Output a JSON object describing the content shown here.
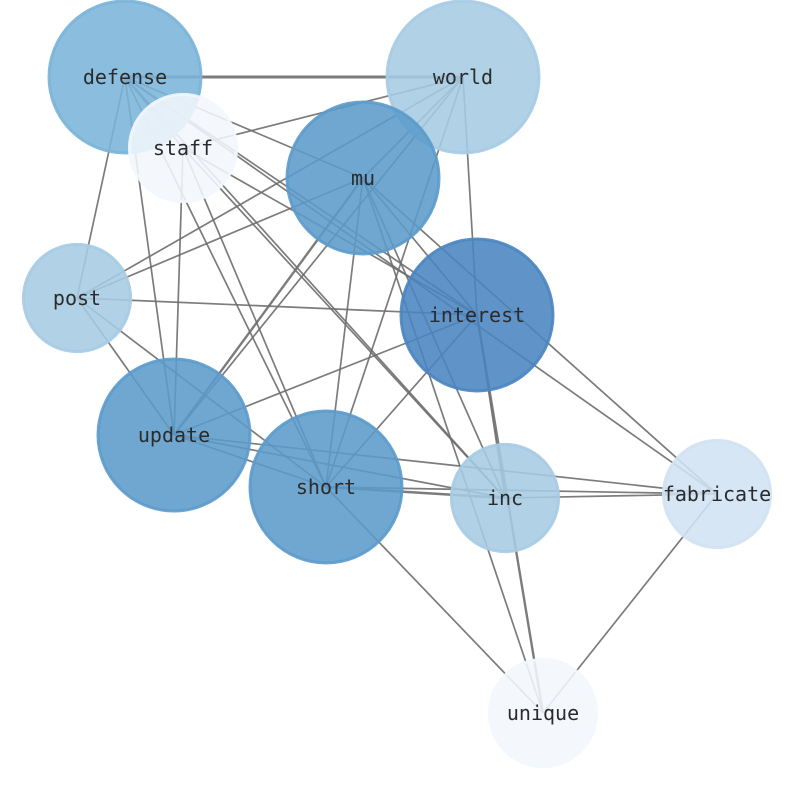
{
  "nodes": [
    {
      "id": "defense",
      "label": "defense",
      "size": 0.78,
      "fill": "#7ab4d9"
    },
    {
      "id": "world",
      "label": "world",
      "size": 0.78,
      "fill": "#a6cbe3"
    },
    {
      "id": "staff",
      "label": "staff",
      "size": 0.55,
      "fill": "#f2f7fd"
    },
    {
      "id": "mu",
      "label": "mu",
      "size": 0.78,
      "fill": "#5b9bcb"
    },
    {
      "id": "post",
      "label": "post",
      "size": 0.55,
      "fill": "#a6cbe3"
    },
    {
      "id": "interest",
      "label": "interest",
      "size": 0.78,
      "fill": "#4a85c0"
    },
    {
      "id": "update",
      "label": "update",
      "size": 0.78,
      "fill": "#5b9bcb"
    },
    {
      "id": "short",
      "label": "short",
      "size": 0.78,
      "fill": "#5b9bcb"
    },
    {
      "id": "inc",
      "label": "inc",
      "size": 0.55,
      "fill": "#a6cbe3"
    },
    {
      "id": "fabricate",
      "label": "fabricate",
      "size": 0.55,
      "fill": "#d0e2f2"
    },
    {
      "id": "unique",
      "label": "unique",
      "size": 0.55,
      "fill": "#f2f7fd"
    }
  ],
  "edges": [
    {
      "source": "defense",
      "target": "world",
      "weight": 3
    },
    {
      "source": "defense",
      "target": "staff",
      "weight": 1
    },
    {
      "source": "defense",
      "target": "mu",
      "weight": 1
    },
    {
      "source": "defense",
      "target": "post",
      "weight": 1
    },
    {
      "source": "defense",
      "target": "interest",
      "weight": 1
    },
    {
      "source": "defense",
      "target": "update",
      "weight": 1
    },
    {
      "source": "defense",
      "target": "short",
      "weight": 1
    },
    {
      "source": "defense",
      "target": "inc",
      "weight": 1
    },
    {
      "source": "defense",
      "target": "fabricate",
      "weight": 1
    },
    {
      "source": "world",
      "target": "staff",
      "weight": 1
    },
    {
      "source": "world",
      "target": "mu",
      "weight": 1
    },
    {
      "source": "world",
      "target": "post",
      "weight": 1
    },
    {
      "source": "world",
      "target": "interest",
      "weight": 1
    },
    {
      "source": "world",
      "target": "update",
      "weight": 1
    },
    {
      "source": "world",
      "target": "short",
      "weight": 1
    },
    {
      "source": "staff",
      "target": "interest",
      "weight": 1
    },
    {
      "source": "staff",
      "target": "update",
      "weight": 1
    },
    {
      "source": "staff",
      "target": "short",
      "weight": 1
    },
    {
      "source": "staff",
      "target": "inc",
      "weight": 1
    },
    {
      "source": "mu",
      "target": "post",
      "weight": 1
    },
    {
      "source": "mu",
      "target": "update",
      "weight": 2
    },
    {
      "source": "mu",
      "target": "short",
      "weight": 1
    },
    {
      "source": "mu",
      "target": "inc",
      "weight": 1
    },
    {
      "source": "mu",
      "target": "fabricate",
      "weight": 1
    },
    {
      "source": "mu",
      "target": "unique",
      "weight": 1
    },
    {
      "source": "mu",
      "target": "interest",
      "weight": 1
    },
    {
      "source": "post",
      "target": "interest",
      "weight": 1
    },
    {
      "source": "post",
      "target": "update",
      "weight": 1
    },
    {
      "source": "post",
      "target": "short",
      "weight": 1
    },
    {
      "source": "interest",
      "target": "update",
      "weight": 1
    },
    {
      "source": "interest",
      "target": "short",
      "weight": 1
    },
    {
      "source": "interest",
      "target": "inc",
      "weight": 1
    },
    {
      "source": "interest",
      "target": "unique",
      "weight": 2
    },
    {
      "source": "update",
      "target": "short",
      "weight": 1
    },
    {
      "source": "update",
      "target": "inc",
      "weight": 1
    },
    {
      "source": "update",
      "target": "fabricate",
      "weight": 1
    },
    {
      "source": "short",
      "target": "inc",
      "weight": 2
    },
    {
      "source": "short",
      "target": "fabricate",
      "weight": 1
    },
    {
      "source": "short",
      "target": "unique",
      "weight": 1
    },
    {
      "source": "inc",
      "target": "fabricate",
      "weight": 1
    },
    {
      "source": "fabricate",
      "target": "unique",
      "weight": 1
    }
  ],
  "edge_color": "#6e6e6e"
}
